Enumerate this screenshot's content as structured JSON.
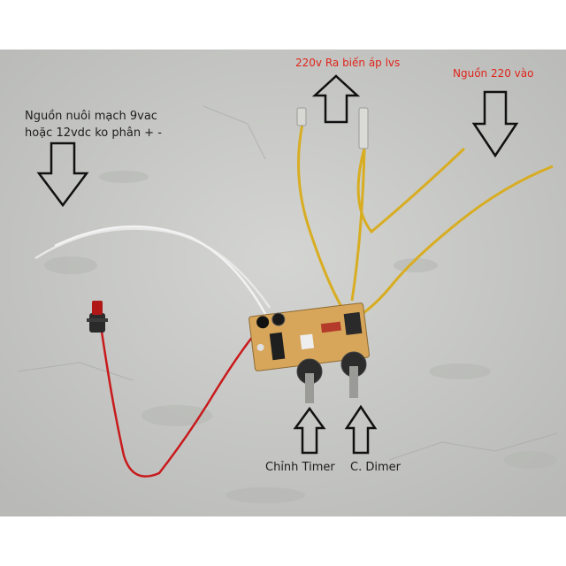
{
  "labels": {
    "power_line1": "Nguồn nuôi mạch 9vac",
    "power_line2": "hoặc 12vdc ko phân + -",
    "output": "220v Ra biến áp lvs",
    "input": "Nguồn 220 vào",
    "timer": "Chỉnh Timer",
    "dimer": "C. Dimer"
  },
  "colors": {
    "background": "#c9cac8",
    "label_red": "#e0241b",
    "wire_yellow": "#d8ad22",
    "wire_red": "#c81a1c",
    "pcb": "#d7a65a"
  },
  "icons": [
    "arrow-down-icon",
    "arrow-up-icon"
  ]
}
